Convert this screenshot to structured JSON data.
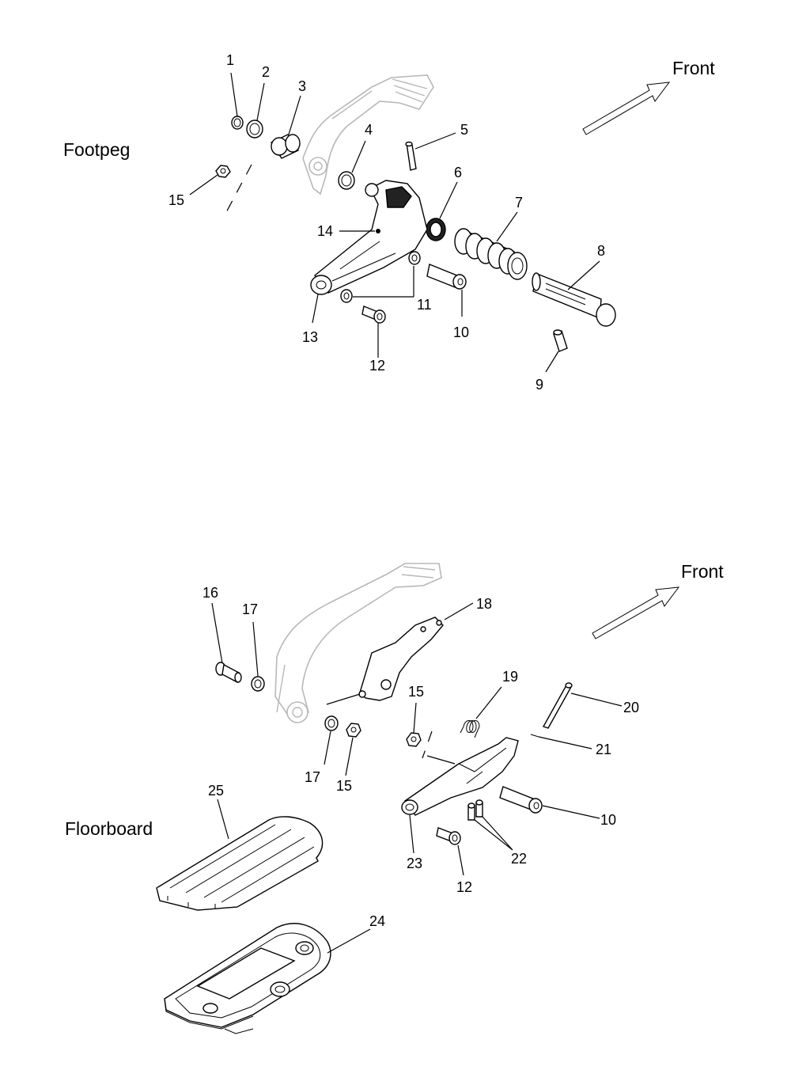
{
  "sections": {
    "footpeg": {
      "title": "Footpeg",
      "direction": "Front"
    },
    "floorboard": {
      "title": "Floorboard",
      "direction": "Front"
    }
  },
  "callouts": {
    "footpeg": [
      "1",
      "2",
      "3",
      "4",
      "5",
      "6",
      "7",
      "8",
      "9",
      "10",
      "11",
      "12",
      "13",
      "14",
      "15"
    ],
    "floorboard": [
      "16",
      "17",
      "18",
      "19",
      "15",
      "20",
      "21",
      "17",
      "15",
      "10",
      "22",
      "23",
      "12",
      "25",
      "24"
    ]
  },
  "colors": {
    "line": "#000000",
    "ghost": "#b8b8b8",
    "background": "#ffffff"
  }
}
